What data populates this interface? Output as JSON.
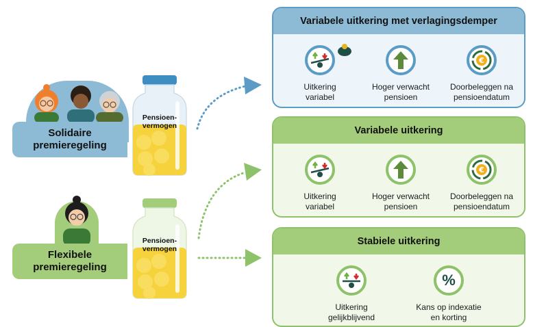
{
  "schemes": [
    {
      "label_line1": "Solidaire",
      "label_line2": "premieregeling",
      "color": "#8dbbd6"
    },
    {
      "label_line1": "Flexibele",
      "label_line2": "premieregeling",
      "color": "#a3cd7a"
    }
  ],
  "jars": [
    {
      "label_line1": "Pensioen-",
      "label_line2": "vermogen",
      "lid_color": "#3f8ec2"
    },
    {
      "label_line1": "Pensioen-",
      "label_line2": "vermogen",
      "lid_color": "#a3cd7a"
    }
  ],
  "cards": [
    {
      "title": "Variabele uitkering met verlagingsdemper",
      "header_color": "#8dbbd6",
      "body_color": "#eef5fa",
      "border_color": "#5a9cc5",
      "items": [
        {
          "icon": "seesaw-icon",
          "line1": "Uitkering",
          "line2": "variabel"
        },
        {
          "icon": "arrow-up-icon",
          "line1": "Hoger verwacht",
          "line2": "pensioen"
        },
        {
          "icon": "euro-reinvest-icon",
          "line1": "Doorbeleggen na",
          "line2": "pensioendatum"
        }
      ]
    },
    {
      "title": "Variabele uitkering",
      "header_color": "#a3cd7a",
      "body_color": "#f1f8ea",
      "border_color": "#8dc26a",
      "items": [
        {
          "icon": "seesaw-icon",
          "line1": "Uitkering",
          "line2": "variabel"
        },
        {
          "icon": "arrow-up-icon",
          "line1": "Hoger verwacht",
          "line2": "pensioen"
        },
        {
          "icon": "euro-reinvest-icon",
          "line1": "Doorbeleggen na",
          "line2": "pensioendatum"
        }
      ]
    },
    {
      "title": "Stabiele uitkering",
      "header_color": "#a3cd7a",
      "body_color": "#f1f8ea",
      "border_color": "#8dc26a",
      "items": [
        {
          "icon": "seesaw-icon",
          "line1": "Uitkering",
          "line2": "gelijkblijvend"
        },
        {
          "icon": "percent-icon",
          "symbol": "%",
          "line1": "Kans op indexatie",
          "line2": "en korting"
        }
      ]
    }
  ]
}
